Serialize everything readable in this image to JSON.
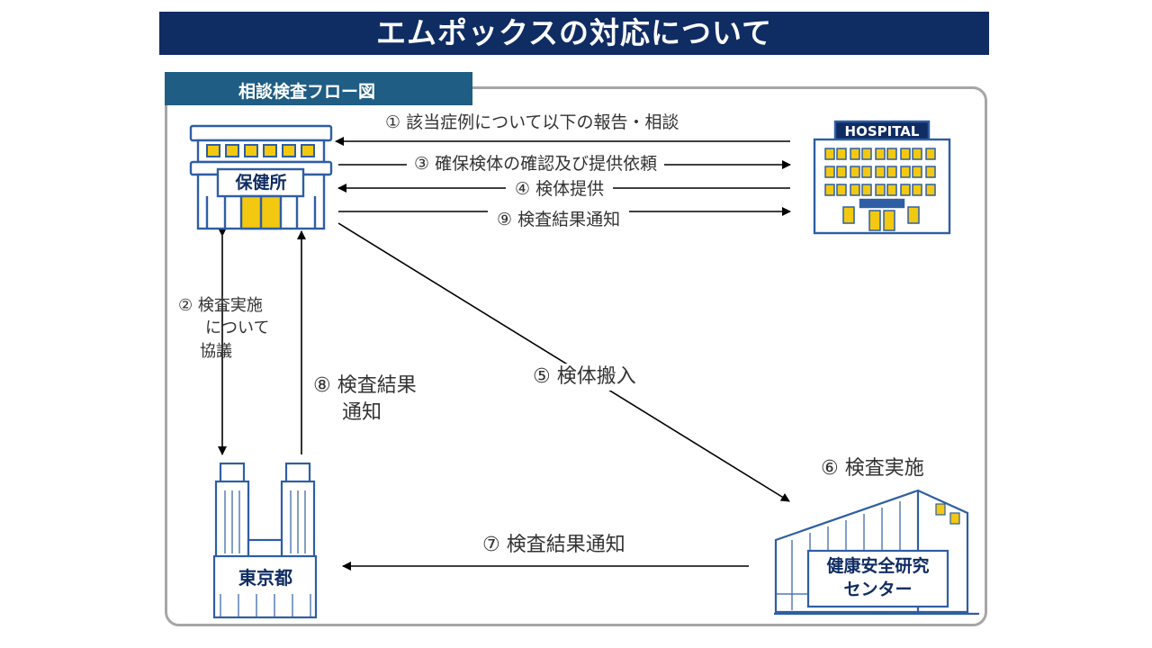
{
  "title": "エムポックスの対応について",
  "section_tab": "相談検査フロー図",
  "nodes": {
    "health_center": "保健所",
    "hospital": "HOSPITAL",
    "tokyo": "東京都",
    "research_center_line1": "健康安全研究",
    "research_center_line2": "センター"
  },
  "steps": {
    "s1": "① 該当症例について以下の報告・相談",
    "s3": "③ 確保検体の確認及び提供依頼",
    "s4": "④ 検体提供",
    "s9": "⑨ 検査結果通知",
    "s2_line1": "② 検査実施",
    "s2_line2": "について",
    "s2_line3": "協議",
    "s8_line1": "⑧ 検査結果",
    "s8_line2": "通知",
    "s5": "⑤ 検体搬入",
    "s6": "⑥ 検査実施",
    "s7": "⑦ 検査結果通知"
  },
  "colors": {
    "navy": "#0f2c63",
    "tab_blue": "#1f5d84",
    "building_blue": "#2e5ea3",
    "window_yellow": "#f2c811",
    "frame_gray": "#a6a6a6"
  }
}
